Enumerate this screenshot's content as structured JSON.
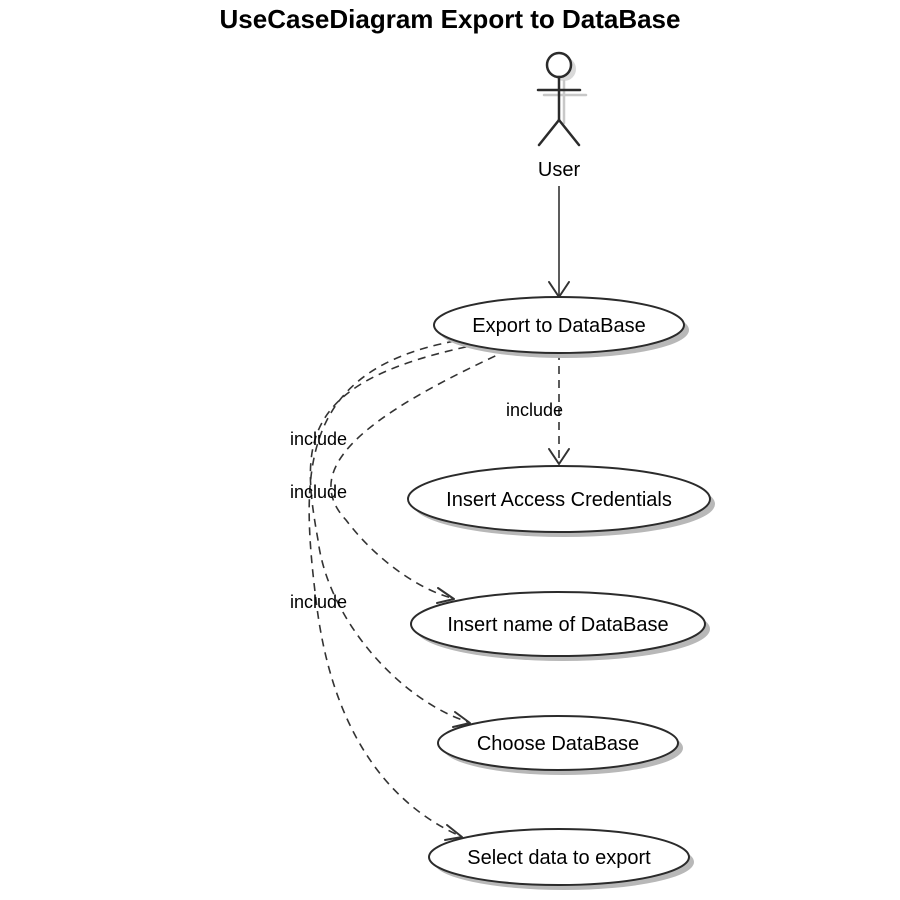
{
  "title": "UseCaseDiagram Export to DataBase",
  "actor": {
    "label": "User"
  },
  "use_cases": {
    "export": "Export to DataBase",
    "credentials": "Insert Access Credentials",
    "db_name": "Insert name of DataBase",
    "choose_db": "Choose DataBase",
    "select_data": "Select data to export"
  },
  "relations": {
    "include_credentials": "include",
    "include_db_name": "include",
    "include_choose_db": "include",
    "include_select_data": "include"
  }
}
